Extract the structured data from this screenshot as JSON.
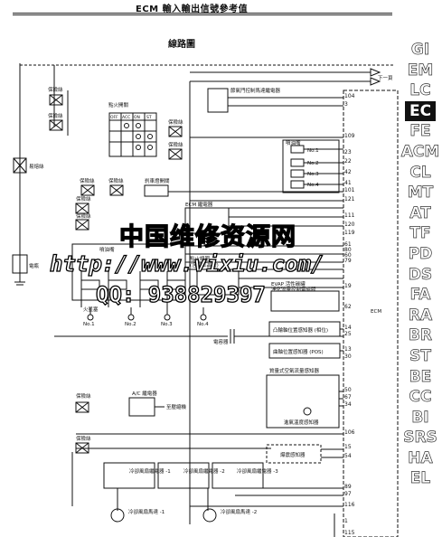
{
  "header": {
    "title": "ECM 輸入輸出信號參考值"
  },
  "diagram": {
    "title": "線路圖",
    "top_arrow_label": "下一頁",
    "labels": {
      "fuse": "保險絲",
      "ignition_switch": "點火開關",
      "switch_positions": [
        "OFF",
        "ACC",
        "ON",
        "ST"
      ],
      "fusible_link": "易熔絲",
      "battery": "電瓶",
      "brake_switch": "刹車燈開關",
      "ecm_relay": "ECM 繼電器",
      "throttle_motor_relay": "節氣門控制馬達繼電器",
      "injector": "噴油嘴",
      "injector_numbers": [
        "No.1",
        "No.2",
        "No.3",
        "No.4"
      ],
      "ignition_coil": "點火線圈",
      "ignition_coil_sub": "(含功率晶體)",
      "evap_valve": "EVAP 活性碳罐",
      "evap_valve_sub": "淨化流量控制電磁閥",
      "spark_plug": "火星塞",
      "spark_numbers": [
        "No.1",
        "No.2",
        "No.3",
        "No.4"
      ],
      "capacitor": "電容器",
      "cmp_sensor": "凸輪軸位置感知器 (相位)",
      "ckp_sensor": "曲軸位置感知器 (POS)",
      "maf_sensor": "質量式空氣流量感知器",
      "iat_sensor": "進氣溫度感知器",
      "ac_relay": "A/C 繼電器",
      "compressor": "至壓縮機",
      "knock_sensor": "爆震感知器",
      "fan_relay_1": "冷卻風扇繼電器 -1",
      "fan_relay_2": "冷卻風扇繼電器 -2",
      "fan_relay_3": "冷卻風扇繼電器 -3",
      "fan_motor_1": "冷卻風扇馬達 -1",
      "fan_motor_2": "冷卻風扇馬達 -2",
      "ecm": "ECM"
    },
    "pins": [
      "104",
      "3",
      "109",
      "23",
      "22",
      "42",
      "41",
      "101",
      "121",
      "111",
      "120",
      "119",
      "61",
      "80",
      "60",
      "79",
      "19",
      "62",
      "14",
      "25",
      "13",
      "30",
      "50",
      "67",
      "34",
      "106",
      "15",
      "54",
      "89",
      "97",
      "116",
      "1",
      "115"
    ]
  },
  "side_index": {
    "items": [
      "GI",
      "EM",
      "LC",
      "EC",
      "FE",
      "ACM",
      "CL",
      "MT",
      "AT",
      "TF",
      "PD",
      "DS",
      "FA",
      "RA",
      "BR",
      "ST",
      "BE",
      "CC",
      "BI",
      "SRS",
      "HA",
      "EL"
    ],
    "active": "EC"
  },
  "watermark": {
    "line1": "中国维修资源网",
    "line2": "http://www.vixiu.com/",
    "line3": "QQ:  938829397"
  }
}
